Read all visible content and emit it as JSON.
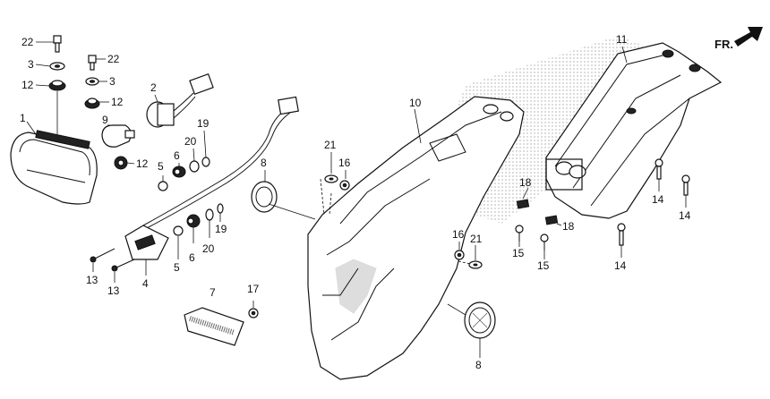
{
  "diagram": {
    "direction_label": "FR.",
    "callouts": [
      {
        "id": "c1",
        "text": "1"
      },
      {
        "id": "c2",
        "text": "2"
      },
      {
        "id": "c3a",
        "text": "3"
      },
      {
        "id": "c3b",
        "text": "3"
      },
      {
        "id": "c4",
        "text": "4"
      },
      {
        "id": "c5a",
        "text": "5"
      },
      {
        "id": "c5b",
        "text": "5"
      },
      {
        "id": "c6a",
        "text": "6"
      },
      {
        "id": "c6b",
        "text": "6"
      },
      {
        "id": "c7",
        "text": "7"
      },
      {
        "id": "c8a",
        "text": "8"
      },
      {
        "id": "c8b",
        "text": "8"
      },
      {
        "id": "c9",
        "text": "9"
      },
      {
        "id": "c10",
        "text": "10"
      },
      {
        "id": "c11",
        "text": "11"
      },
      {
        "id": "c12a",
        "text": "12"
      },
      {
        "id": "c12b",
        "text": "12"
      },
      {
        "id": "c12c",
        "text": "12"
      },
      {
        "id": "c13a",
        "text": "13"
      },
      {
        "id": "c13b",
        "text": "13"
      },
      {
        "id": "c14a",
        "text": "14"
      },
      {
        "id": "c14b",
        "text": "14"
      },
      {
        "id": "c14c",
        "text": "14"
      },
      {
        "id": "c15a",
        "text": "15"
      },
      {
        "id": "c15b",
        "text": "15"
      },
      {
        "id": "c16a",
        "text": "16"
      },
      {
        "id": "c16b",
        "text": "16"
      },
      {
        "id": "c17",
        "text": "17"
      },
      {
        "id": "c18a",
        "text": "18"
      },
      {
        "id": "c18b",
        "text": "18"
      },
      {
        "id": "c19a",
        "text": "19"
      },
      {
        "id": "c19b",
        "text": "19"
      },
      {
        "id": "c20a",
        "text": "20"
      },
      {
        "id": "c20b",
        "text": "20"
      },
      {
        "id": "c21a",
        "text": "21"
      },
      {
        "id": "c21b",
        "text": "21"
      },
      {
        "id": "c22a",
        "text": "22"
      },
      {
        "id": "c22b",
        "text": "22"
      }
    ]
  }
}
